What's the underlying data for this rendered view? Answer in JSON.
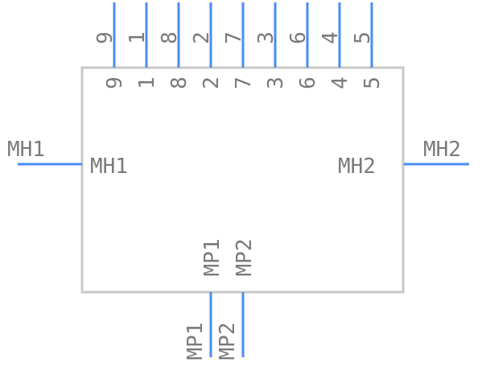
{
  "component": {
    "top_pins": [
      {
        "outer_label": "9",
        "inner_label": "9"
      },
      {
        "outer_label": "1",
        "inner_label": "1"
      },
      {
        "outer_label": "8",
        "inner_label": "8"
      },
      {
        "outer_label": "2",
        "inner_label": "2"
      },
      {
        "outer_label": "7",
        "inner_label": "7"
      },
      {
        "outer_label": "3",
        "inner_label": "3"
      },
      {
        "outer_label": "6",
        "inner_label": "6"
      },
      {
        "outer_label": "4",
        "inner_label": "4"
      },
      {
        "outer_label": "5",
        "inner_label": "5"
      }
    ],
    "left_pin": {
      "outer_label": "MH1",
      "inner_label": "MH1"
    },
    "right_pin": {
      "outer_label": "MH2",
      "inner_label": "MH2"
    },
    "bottom_pins": [
      {
        "outer_label": "MP1",
        "inner_label": "MP1"
      },
      {
        "outer_label": "MP2",
        "inner_label": "MP2"
      }
    ]
  },
  "colors": {
    "pin": "#4a8ef0",
    "body_outline": "#c8c8c8",
    "text": "#7a7a7a"
  }
}
